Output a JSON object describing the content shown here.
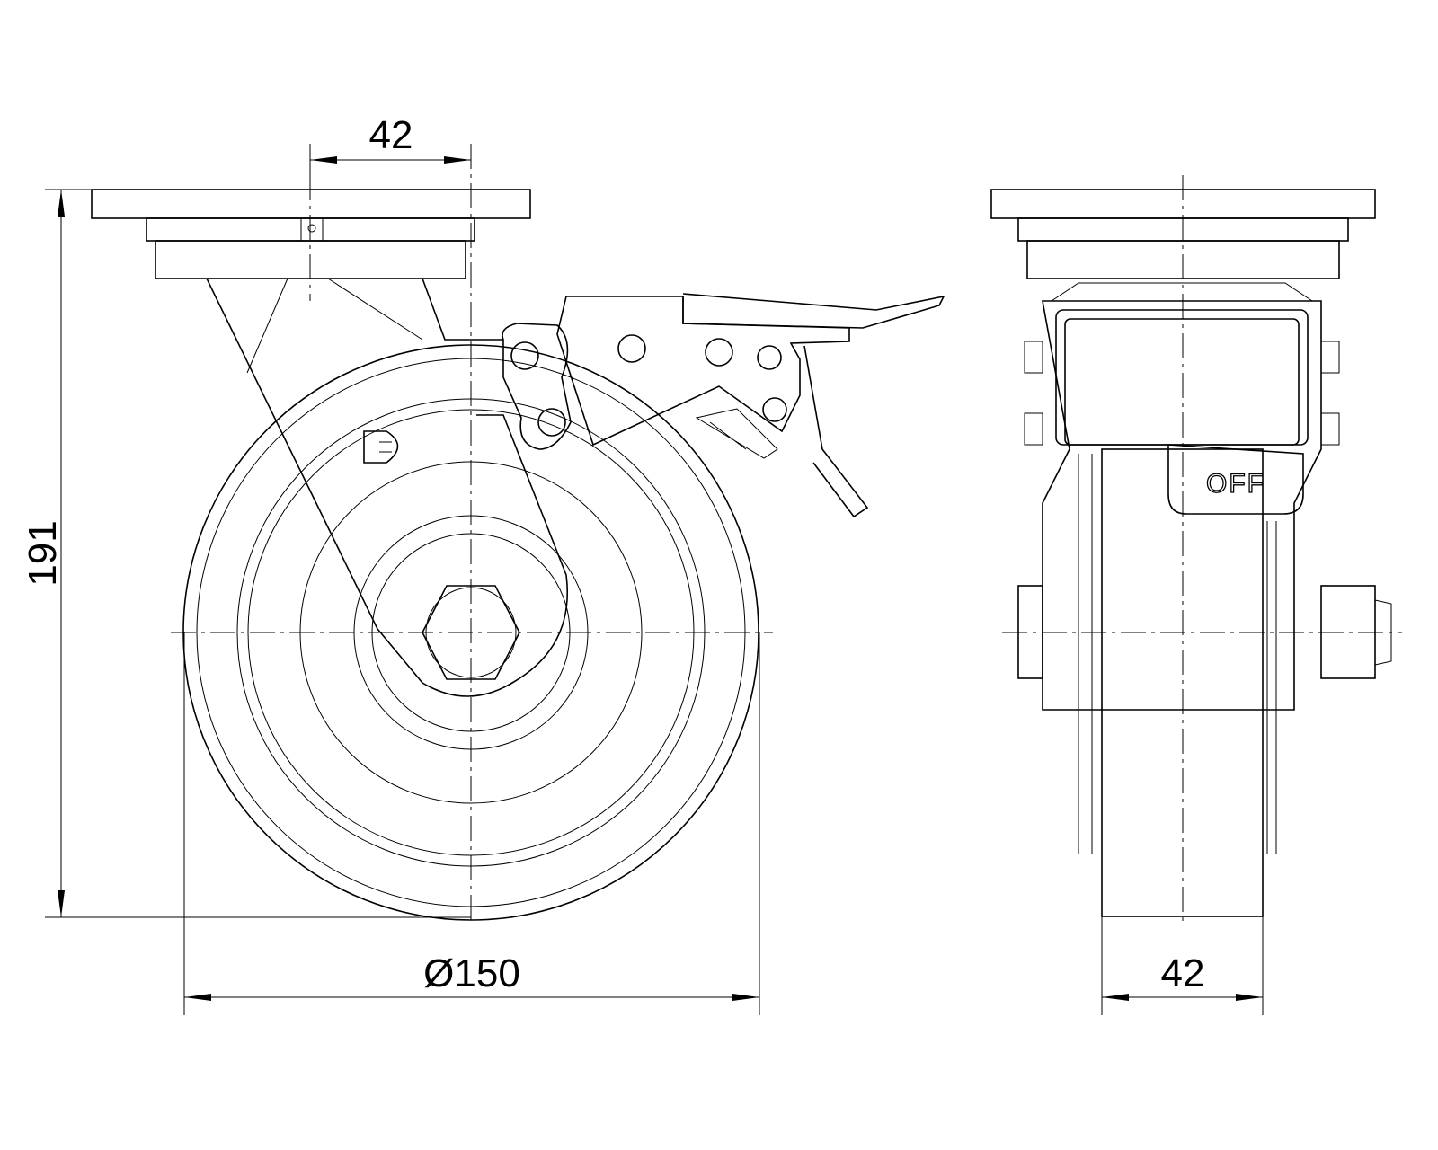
{
  "drawing": {
    "front_view": {
      "dim_offset_label": "42",
      "dim_height_label": "191",
      "dim_diameter_label": "Ø150",
      "logo_letter": "D"
    },
    "side_view": {
      "dim_width_label": "42",
      "brake_label": "OFF"
    },
    "colors": {
      "line": "#000000",
      "background": "#ffffff"
    }
  }
}
